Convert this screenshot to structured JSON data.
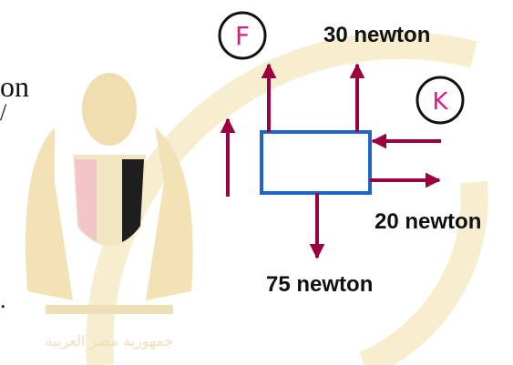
{
  "labels": {
    "f": "F",
    "k": "K",
    "top_force": "30 newton",
    "right_force": "20 newton",
    "bottom_force": "75 newton",
    "left_partial": "on"
  },
  "colors": {
    "arrow": "#9b0040",
    "box_border": "#1f66c7",
    "circle_letter": "#e0197f",
    "watermark": "#f5ebc9"
  },
  "watermark": {
    "emblem": "eagle-emblem-watermark",
    "caption": "جمهورية مصر العربية"
  }
}
